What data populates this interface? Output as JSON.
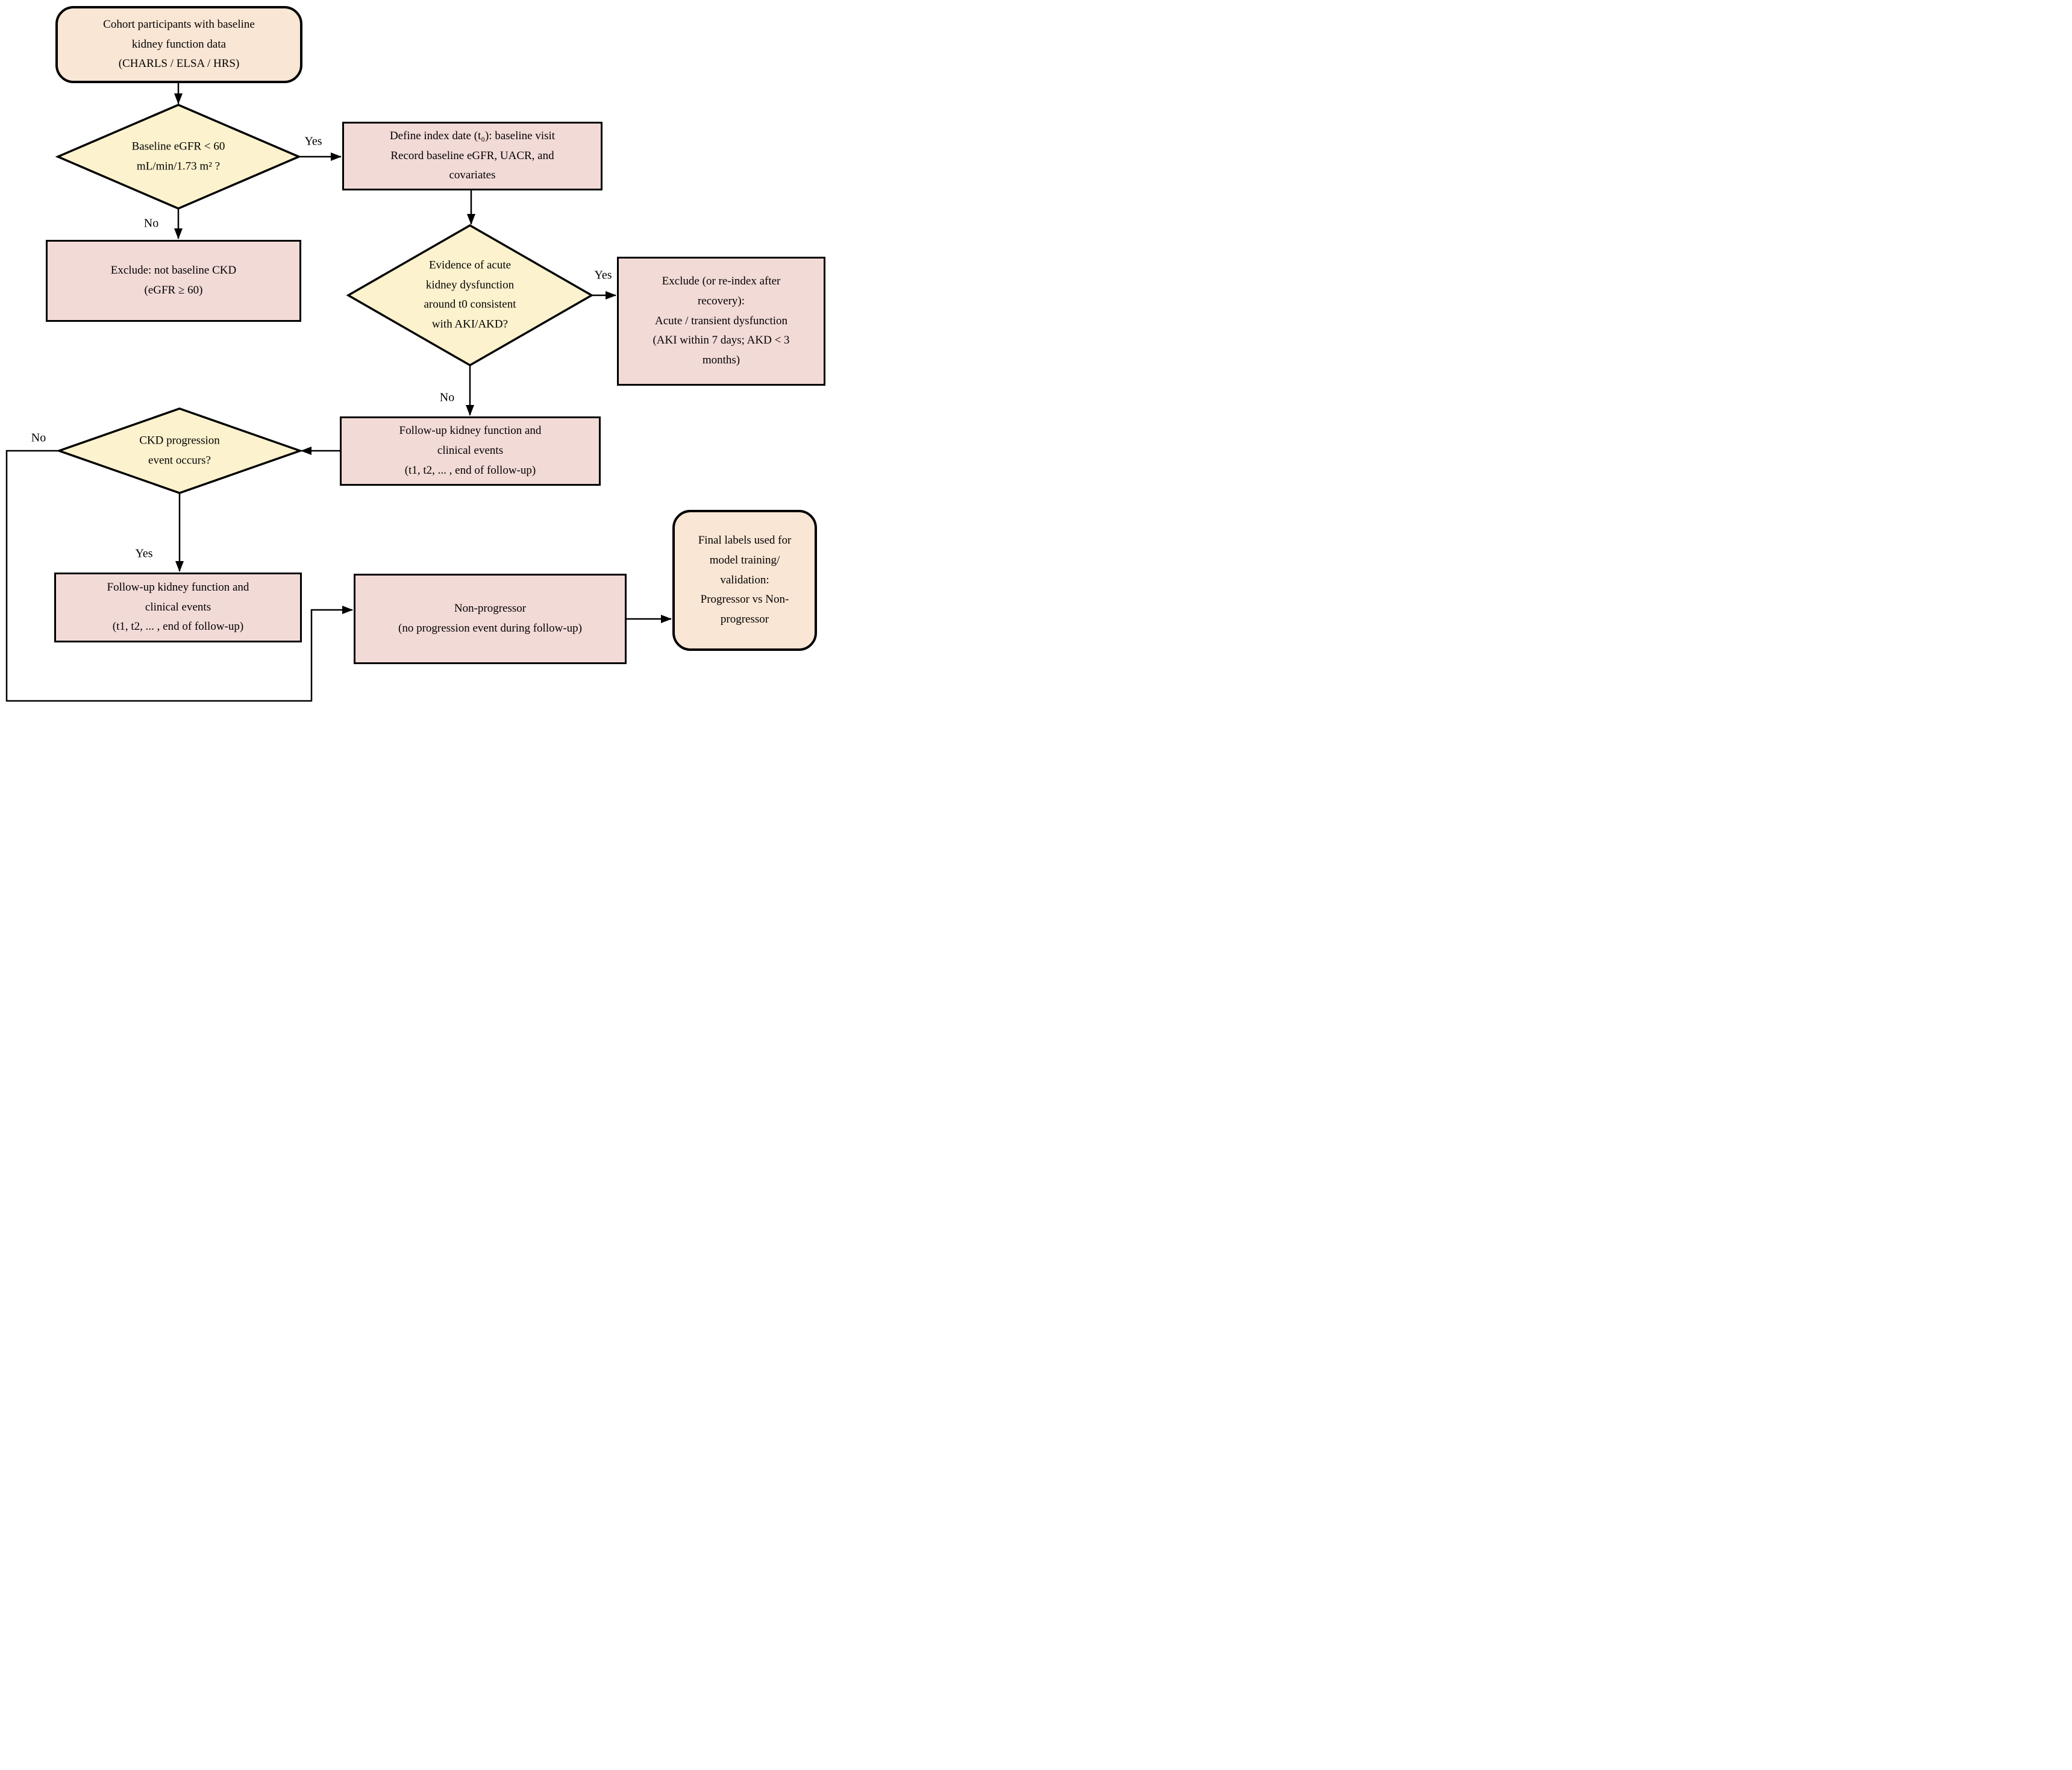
{
  "figure": {
    "kind": "flowchart"
  },
  "colors": {
    "terminal_fill": "#fae6d5",
    "decision_fill": "#fcf2ce",
    "process_fill": "#f2dad7",
    "line_color": "#000000"
  },
  "nodes": {
    "start": {
      "shape": "rounded-terminal",
      "lines": [
        "Cohort participants with baseline",
        "kidney function data",
        "(CHARLS / ELSA / HRS)"
      ]
    },
    "d1": {
      "shape": "decision-diamond",
      "lines": [
        "Baseline eGFR < 60",
        "mL/min/1.73 m² ?"
      ]
    },
    "define_index": {
      "shape": "process",
      "lines": [
        "Define index date (t₀): baseline visit",
        "Record baseline eGFR, UACR, and",
        "covariates"
      ]
    },
    "exclude_ckd": {
      "shape": "process",
      "lines": [
        "Exclude: not baseline CKD",
        "(eGFR ≥ 60)"
      ]
    },
    "d2": {
      "shape": "decision-diamond",
      "lines": [
        "Evidence of acute",
        "kidney dysfunction",
        "around t0 consistent",
        "with AKI/AKD?"
      ]
    },
    "exclude_acute": {
      "shape": "process",
      "lines": [
        "Exclude (or re-index after",
        "recovery):",
        "Acute / transient dysfunction",
        "(AKI within 7 days; AKD < 3",
        "months)"
      ]
    },
    "followup_mid": {
      "shape": "process",
      "lines": [
        "Follow-up kidney function and",
        "clinical events",
        "(t1, t2, ... , end of follow-up)"
      ]
    },
    "d3": {
      "shape": "decision-diamond",
      "lines": [
        "CKD progression",
        "event occurs?"
      ]
    },
    "followup_yes": {
      "shape": "process",
      "lines": [
        "Follow-up kidney function and",
        "clinical events",
        "(t1, t2, ... , end of follow-up)"
      ]
    },
    "non_progressor": {
      "shape": "process",
      "lines": [
        "Non-progressor",
        "(no progression event during follow-up)"
      ]
    },
    "final_labels": {
      "shape": "rounded-terminal",
      "lines": [
        "Final labels used for",
        "model training/",
        "validation:",
        "Progressor vs Non-",
        "progressor"
      ]
    }
  },
  "edge_labels": {
    "d1_yes": "Yes",
    "d1_no": "No",
    "d2_yes": "Yes",
    "d2_no": "No",
    "d3_yes": "Yes",
    "d3_no": "No"
  }
}
